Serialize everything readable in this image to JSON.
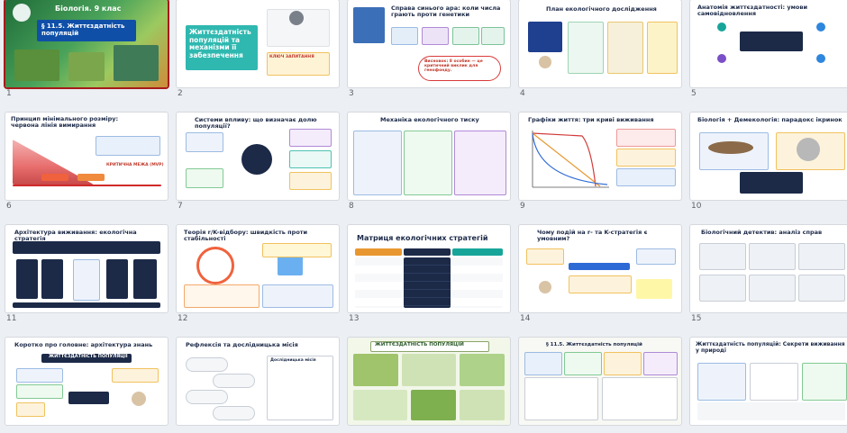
{
  "slides": [
    {
      "n": "1",
      "title": "Біологія. 9 клас",
      "sub": "§ 11.5. Життєздатність популяцій"
    },
    {
      "n": "2",
      "title": "Життєздатність популяцій та механізми її забезпечення",
      "sub": "КЛЮЧ ЗАПИТАННЯ"
    },
    {
      "n": "3",
      "title": "Справа синього ара: коли числа грають проти генетики",
      "sub": "Висновок: 8 особин — це критичний виклик для генофонду."
    },
    {
      "n": "4",
      "title": "План екологічного дослідження",
      "sub": ""
    },
    {
      "n": "5",
      "title": "Анатомія життєздатності: умови самовідновлення",
      "sub": ""
    },
    {
      "n": "6",
      "title": "Принцип мінімального розміру: червона лінія вимирання",
      "sub": "КРИТИЧНА МЕЖА (MVP)"
    },
    {
      "n": "7",
      "title": "Системи впливу: що визначає долю популяції?",
      "sub": ""
    },
    {
      "n": "8",
      "title": "Механіка екологічного тиску",
      "sub": ""
    },
    {
      "n": "9",
      "title": "Графіки життя: три криві виживання",
      "sub": ""
    },
    {
      "n": "10",
      "title": "Біологія + Демекологія: парадокс ікринок",
      "sub": ""
    },
    {
      "n": "11",
      "title": "Архітектура виживання: екологічна стратегія",
      "sub": ""
    },
    {
      "n": "12",
      "title": "Теорія r/K-відбору: швидкість проти стабільності",
      "sub": ""
    },
    {
      "n": "13",
      "title": "Матриця екологічних стратегій",
      "sub": ""
    },
    {
      "n": "14",
      "title": "Чому подій на r- та K-стратегія є умовним?",
      "sub": ""
    },
    {
      "n": "15",
      "title": "Біологічний детектив: аналіз справ",
      "sub": ""
    },
    {
      "n": "16",
      "title": "Коротко про головне: архітектура знань",
      "sub": "ЖИТТЄЗДАТНІСТЬ ПОПУЛЯЦІЇ"
    },
    {
      "n": "17",
      "title": "Рефлексія та дослідницька місія",
      "sub": "Дослідницька місія"
    },
    {
      "n": "18",
      "title": "ЖИТТЄЗДАТНІСТЬ ПОПУЛЯЦІЙ",
      "sub": ""
    },
    {
      "n": "19",
      "title": "§ 11.5. Життєздатність популяцій",
      "sub": ""
    },
    {
      "n": "20",
      "title": "Життєздатність популяцій: Секрети виживання у природі",
      "sub": ""
    }
  ],
  "colors": {
    "selected": "#a61b1b",
    "navy": "#1c2a48",
    "teal": "#17a59a",
    "orange": "#f39c12"
  }
}
